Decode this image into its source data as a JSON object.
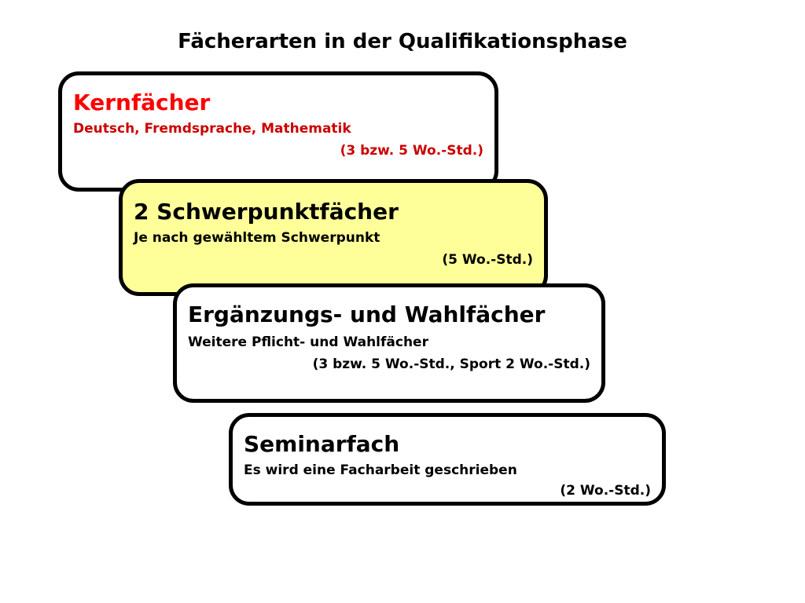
{
  "title": "Fächerarten in der Qualifikationsphase",
  "colors": {
    "box_border": "#000000",
    "box_fill_default": "#ffffff",
    "box_fill_highlight": "#ffff99",
    "heading_accent": "#ff0000",
    "text_accent": "#cc0000",
    "text_default": "#000000"
  },
  "boxes": [
    {
      "title": "Kernfächer",
      "description": "Deutsch, Fremdsprache, Mathematik",
      "hours": "(3 bzw. 5 Wo.-Std.)",
      "fill": "#ffffff",
      "title_color": "#ff0000",
      "text_color": "#cc0000"
    },
    {
      "title": "2 Schwerpunktfächer",
      "description": "Je nach gewähltem Schwerpunkt",
      "hours": "(5 Wo.-Std.)",
      "fill": "#ffff99",
      "title_color": "#000000",
      "text_color": "#000000"
    },
    {
      "title": "Ergänzungs- und Wahlfächer",
      "description": "Weitere Pflicht- und Wahlfächer",
      "hours": "(3 bzw. 5 Wo.-Std., Sport 2 Wo.-Std.)",
      "fill": "#ffffff",
      "title_color": "#000000",
      "text_color": "#000000"
    },
    {
      "title": "Seminarfach",
      "description": "Es wird eine Facharbeit geschrieben",
      "hours": "(2 Wo.-Std.)",
      "fill": "#ffffff",
      "title_color": "#000000",
      "text_color": "#000000"
    }
  ]
}
